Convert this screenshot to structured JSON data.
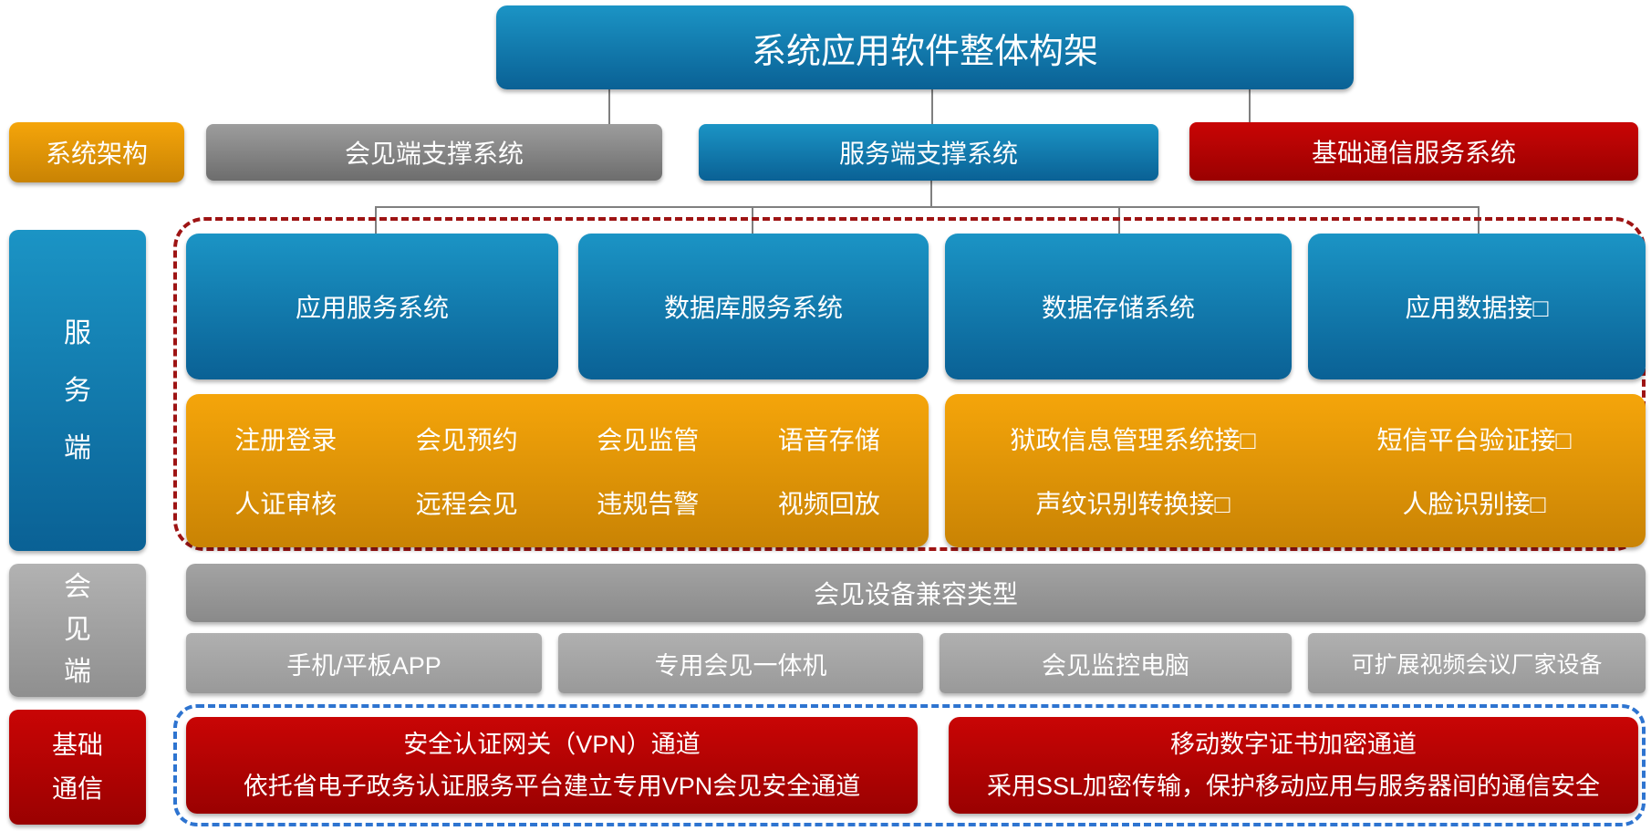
{
  "title": "系统应用软件整体构架",
  "side_labels": {
    "architecture": "系统架构",
    "server": "服\n务\n端",
    "meeting": "会\n见\n端",
    "basic_comm": "基础\n通信"
  },
  "tier2": {
    "meeting_support": "会见端支撑系统",
    "server_support": "服务端支撑系统",
    "comm_service": "基础通信服务系统"
  },
  "server_tier": {
    "systems": [
      "应用服务系统",
      "数据库服务系统",
      "数据存储系统",
      "应用数据接□"
    ],
    "app_functions": [
      "注册登录",
      "会见预约",
      "会见监管",
      "语音存储",
      "人证审核",
      "远程会见",
      "违规告警",
      "视频回放"
    ],
    "interfaces": [
      "狱政信息管理系统接□",
      "短信平台验证接□",
      "声纹识别转换接□",
      "人脸识别接□"
    ]
  },
  "meeting_tier": {
    "header": "会见设备兼容类型",
    "devices": [
      "手机/平板APP",
      "专用会见一体机",
      "会见监控电脑",
      "可扩展视频会议厂家设备"
    ]
  },
  "comm_tier": {
    "vpn": {
      "title": "安全认证网关（VPN）通道",
      "desc": "依托省电子政务认证服务平台建立专用VPN会见安全通道"
    },
    "mobile_cert": {
      "title": "移动数字证书加密通道",
      "desc": "采用SSL加密传输，保护移动应用与服务器间的通信安全"
    }
  },
  "colors": {
    "blue": "#0f7fb0",
    "orange": "#e89a06",
    "gray": "#8c8c8c",
    "red": "#b50303",
    "dashed_red_border": "#9e1414",
    "dashed_blue_border": "#2e74d0",
    "connector": "#7f7f7f"
  }
}
